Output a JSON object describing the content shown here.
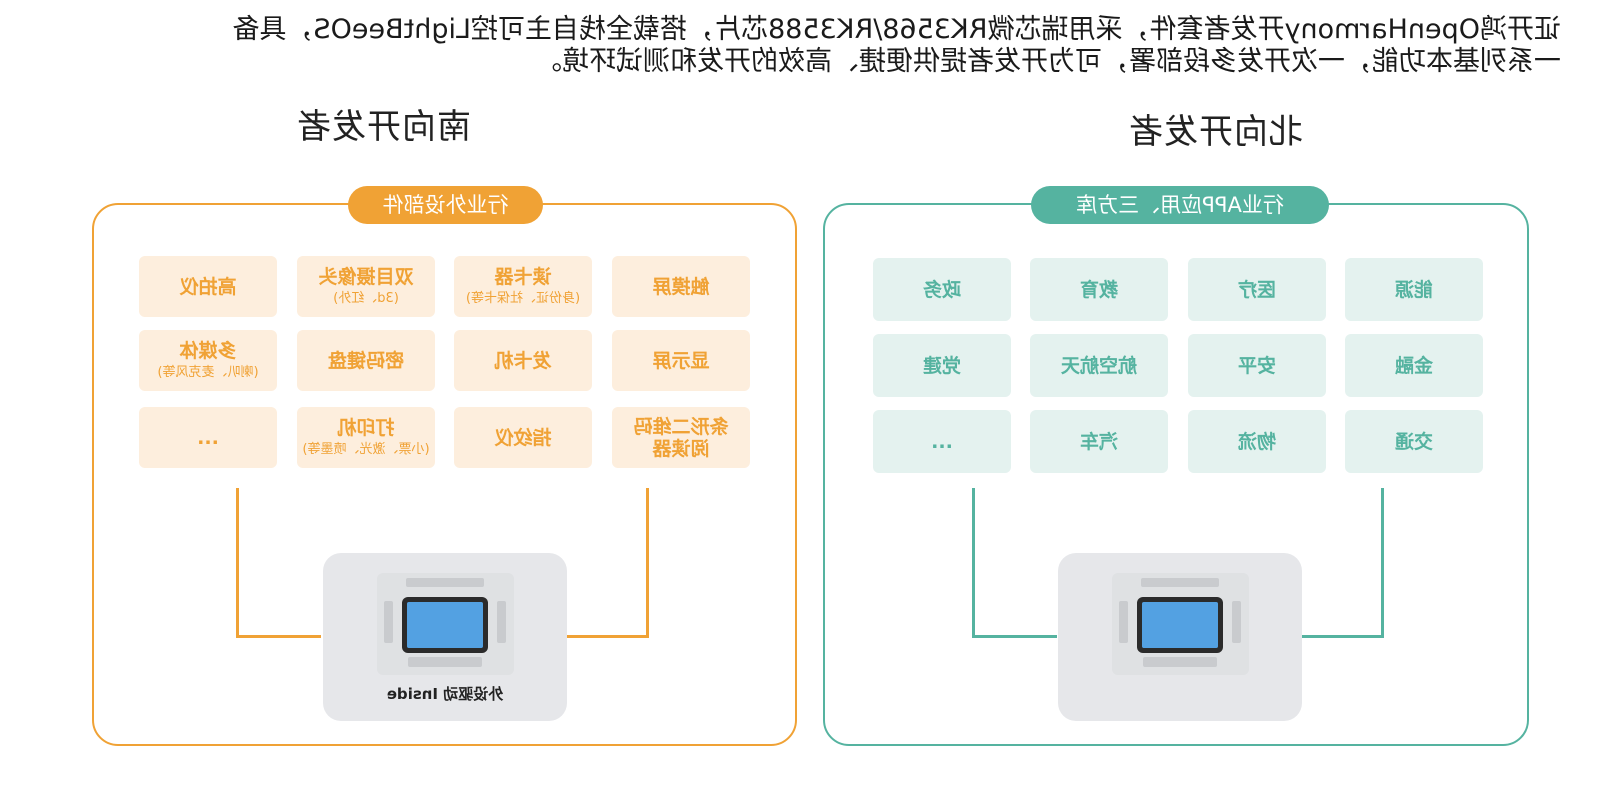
{
  "intro": {
    "line1": "证开鸿OpenHarmony开发者套件，采用瑞芯微RK3568/RK3588芯片，搭载全栈自主可控LightBeeOS，具备",
    "line2": "一系列基本功能，一次开发多段部署，可为开发者提供便捷、高效的开发和测试环境。"
  },
  "south": {
    "title": "南向开发者",
    "pill": "行业外设部件",
    "tiles": [
      {
        "label": "触摸屏"
      },
      {
        "label": "读卡器",
        "sub": "(身份证、社保卡等)"
      },
      {
        "label": "双目摄像头",
        "sub": "(3d、红外)"
      },
      {
        "label": "高拍仪"
      },
      {
        "label": "显示屏"
      },
      {
        "label": "发卡机"
      },
      {
        "label": "密码键盘"
      },
      {
        "label": "多媒体",
        "sub": "(喇叭、麦克风等)"
      },
      {
        "label": "条形二维码\n阅读器"
      },
      {
        "label": "指纹仪"
      },
      {
        "label": "打印机",
        "sub": "(小票、激光、喷墨等)"
      },
      {
        "label": "..."
      }
    ],
    "device_caption": "外设驱动 Inside"
  },
  "north": {
    "title": "北向开发者",
    "pill": "行业APP应用、三方库",
    "tiles": [
      {
        "label": "能源"
      },
      {
        "label": "医疗"
      },
      {
        "label": "教育"
      },
      {
        "label": "政务"
      },
      {
        "label": "金融"
      },
      {
        "label": "安平"
      },
      {
        "label": "航空航天"
      },
      {
        "label": "党建"
      },
      {
        "label": "交通"
      },
      {
        "label": "物流"
      },
      {
        "label": "汽车"
      },
      {
        "label": "..."
      }
    ]
  },
  "colors": {
    "orange": "#f0a235",
    "orange_light": "#fdeedd",
    "teal": "#55b3a0",
    "teal_light": "#e4f2ef"
  },
  "icons": [
    "dev-board-image"
  ]
}
